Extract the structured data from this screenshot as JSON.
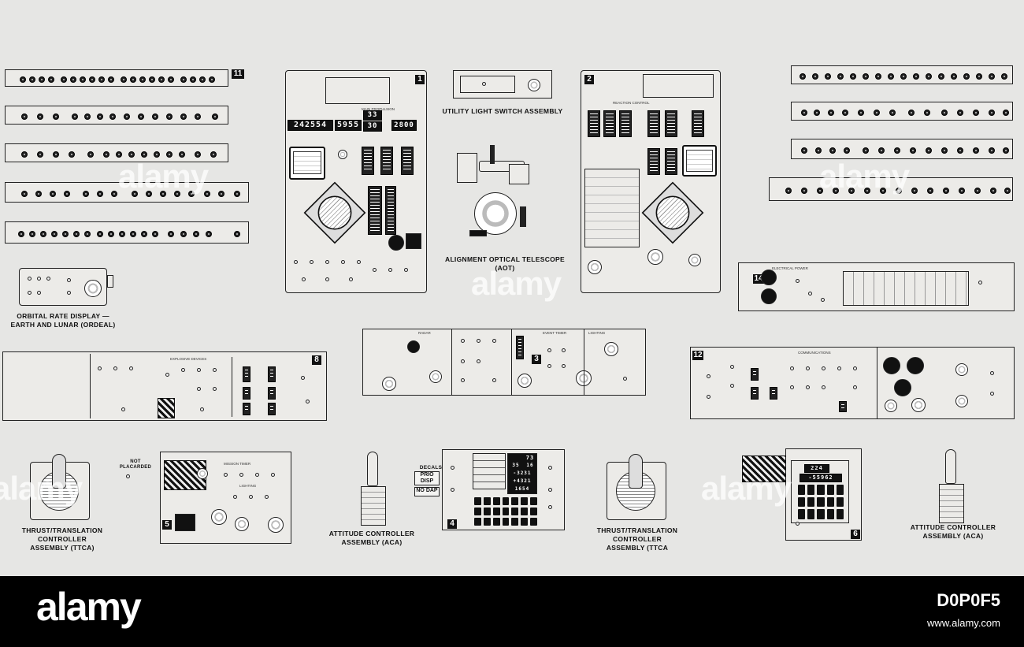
{
  "panel_numbers": {
    "p1": "1",
    "p2": "2",
    "p3": "3",
    "p4": "4",
    "p5": "5",
    "p6": "6",
    "p8": "8",
    "p11": "11",
    "p12": "12",
    "p14": "14"
  },
  "captions": {
    "utility_light": "UTILITY LIGHT SWITCH ASSEMBLY",
    "aot": "ALIGNMENT OPTICAL TELESCOPE (AOT)",
    "ordeal_line1": "ORBITAL RATE DISPLAY —",
    "ordeal_line2": "EARTH AND LUNAR (ORDEAL)",
    "ttca_left_line1": "THRUST/TRANSLATION CONTROLLER",
    "ttca_left_line2": "ASSEMBLY (TTCA)",
    "aca_left_line1": "ATTITUDE CONTROLLER",
    "aca_left_line2": "ASSEMBLY (ACA)",
    "ttca_right_line1": "THRUST/TRANSLATION CONTROLLER",
    "ttca_right_line2": "ASSEMBLY (TTCA",
    "aca_right_line1": "ATTITUDE CONTROLLER",
    "aca_right_line2": "ASSEMBLY (ACA)",
    "not_placarded_line1": "NOT",
    "not_placarded_line2": "PLACARDED"
  },
  "decals": {
    "title": "DECALS",
    "prio_disp_line1": "PRIO",
    "prio_disp_line2": "DISP",
    "no_dap": "NO DAP"
  },
  "panel1_displays": {
    "mission_timer": "242554",
    "event_timer": "5955",
    "quantity_top": "33",
    "quantity_bottom": "30",
    "helium": "2800"
  },
  "panel4_displays": {
    "prog": "73",
    "verb": "35",
    "noun": "16",
    "r1": "-3231",
    "r2": "+4321",
    "r3": "1654"
  },
  "panel6_display": {
    "top": "224",
    "bottom": "-55962"
  },
  "panel_headings": {
    "p1_main_propulsion": "MAIN PROPULSION",
    "p2_reaction_control": "REACTION CONTROL",
    "p3_radar": "RADAR",
    "p3_event_timer": "EVENT TIMER",
    "p3_lighting": "LIGHTING",
    "p8_explosive_devices": "EXPLOSIVE DEVICES",
    "p12_communications": "COMMUNICATIONS",
    "p14_electrical_power": "ELECTRICAL POWER",
    "p5_mission_timer": "MISSION TIMER",
    "p5_lighting": "LIGHTING"
  },
  "watermark": "alamy",
  "footer": {
    "logo": "alamy",
    "image_code": "D0P0F5",
    "url": "www.alamy.com"
  }
}
